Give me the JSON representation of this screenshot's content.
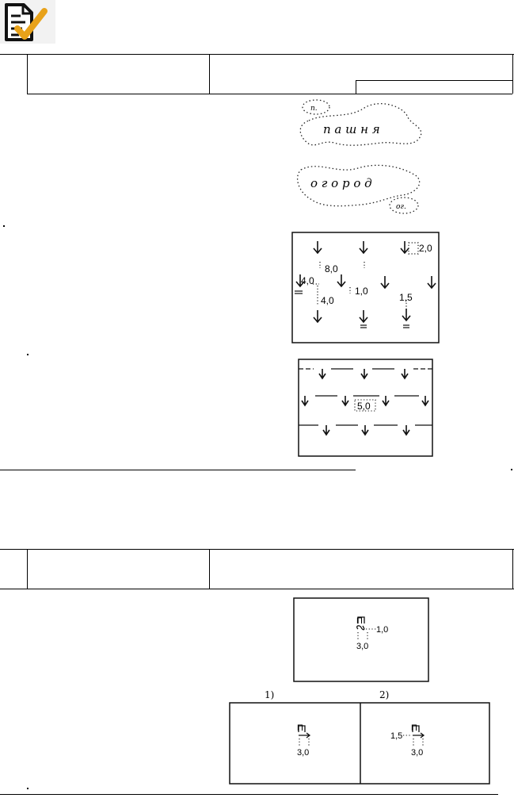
{
  "icon": {
    "name": "document-check-icon",
    "bg": "#f2f2f2",
    "check": "#e8a21a"
  },
  "area_labels": [
    {
      "name": "pashnya",
      "text": "п а ш н я",
      "abbr": "п."
    },
    {
      "name": "ogorod",
      "text": "о г о р о д",
      "abbr": "ог."
    }
  ],
  "grid1": {
    "values": [
      "2,0",
      "8,0",
      "4,0",
      "1,0",
      "4,0",
      "1,5"
    ]
  },
  "grid2": {
    "values": [
      "5,0"
    ]
  },
  "grid3": {
    "symbol": "П",
    "values": [
      "1,0",
      "3,0"
    ]
  },
  "panels": {
    "left": {
      "label": "1)",
      "symbol": "П",
      "values": [
        "3,0"
      ]
    },
    "right": {
      "label": "2)",
      "symbol": "П",
      "values": [
        "1,5",
        "3,0"
      ]
    }
  }
}
